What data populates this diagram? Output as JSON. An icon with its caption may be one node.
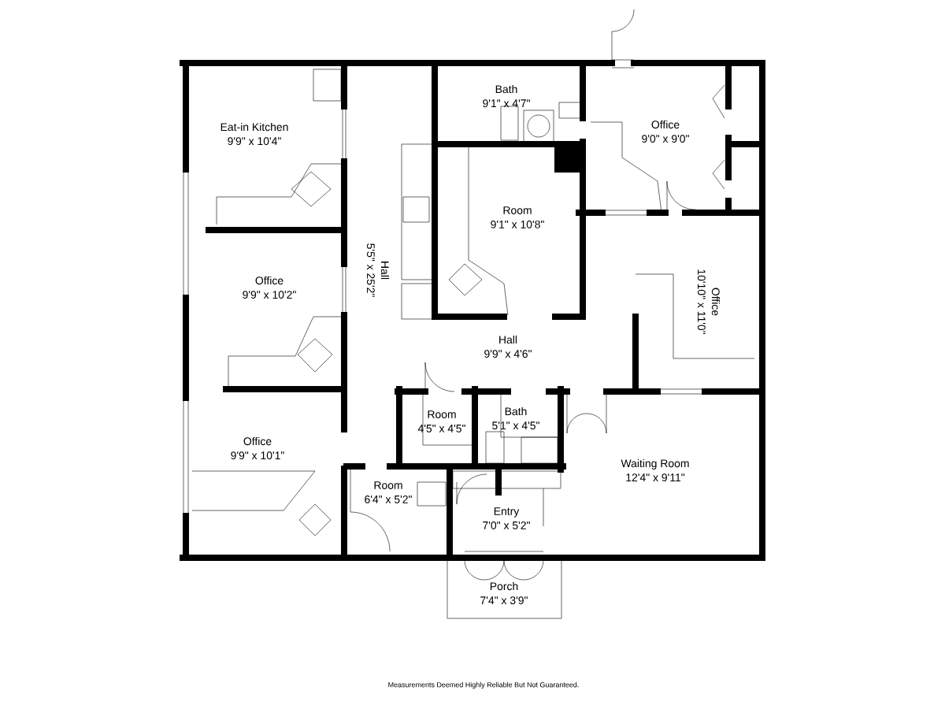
{
  "diagram": {
    "nodes": [
      {
        "text": [
          "Eat-in Kitchen",
          "9'9\" x 10'4\""
        ]
      },
      {
        "text": [
          "Hall",
          "5'5\" x 25'2\""
        ]
      },
      {
        "text": [
          "Bath",
          "9'1\" x 4'7\""
        ]
      },
      {
        "text": [
          "Office",
          "9'0\" x 9'0\""
        ]
      },
      {
        "text": [
          "Room",
          "9'1\" x 10'8\""
        ]
      },
      {
        "text": [
          "Office",
          "9'9\" x 10'2\""
        ]
      },
      {
        "text": [
          "Office",
          "10'10\" x 11'0\""
        ]
      },
      {
        "text": [
          "Hall",
          "9'9\" x 4'6\""
        ]
      },
      {
        "text": [
          "Office",
          "9'9\" x 10'1\""
        ]
      },
      {
        "text": [
          "Room",
          "4'5\" x 4'5\""
        ]
      },
      {
        "text": [
          "Bath",
          "5'1\" x 4'5\""
        ]
      },
      {
        "text": [
          "Waiting Room",
          "12'4\" x 9'11\""
        ]
      },
      {
        "text": [
          "Room",
          "6'4\" x 5'2\""
        ]
      },
      {
        "text": [
          "Entry",
          "7'0\" x 5'2\""
        ]
      },
      {
        "text": [
          "Porch",
          "7'4\" x 3'9\""
        ]
      }
    ],
    "labels": [
      "Measurements Deemed Highly Reliable But Not Guaranteed."
    ]
  }
}
